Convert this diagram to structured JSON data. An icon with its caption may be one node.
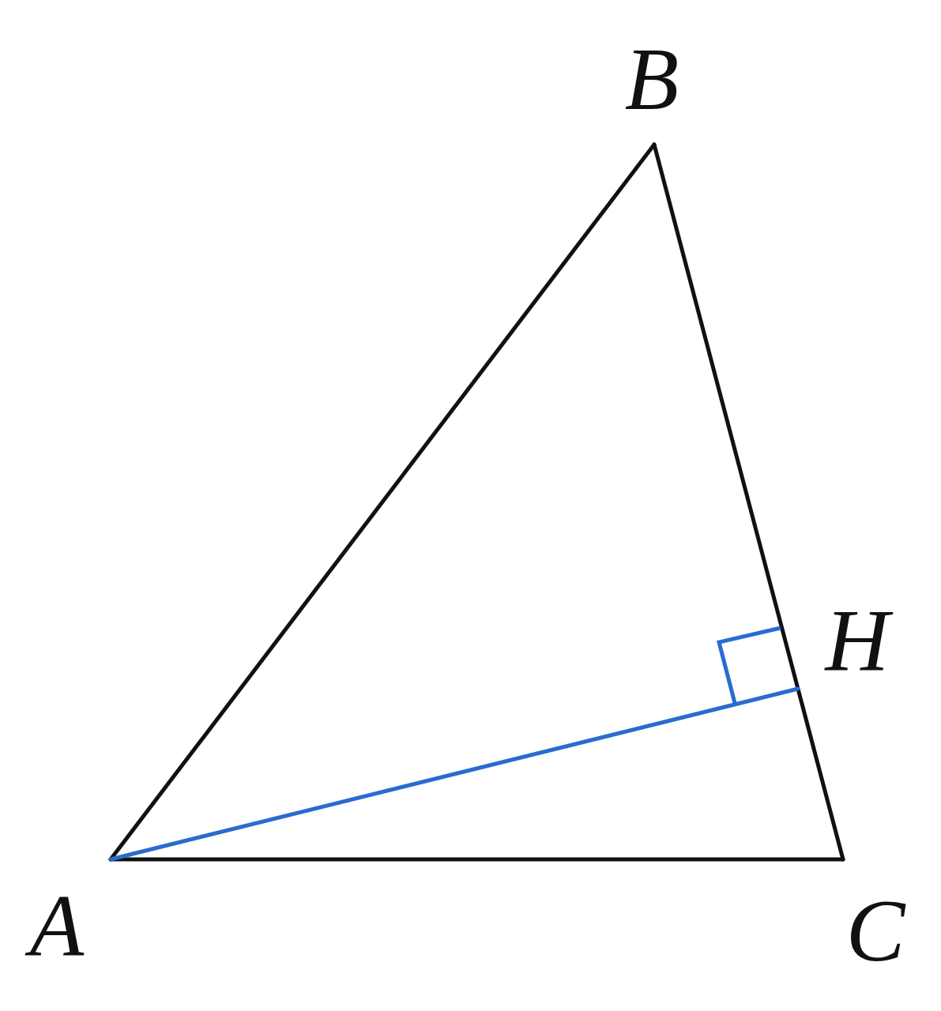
{
  "diagram": {
    "nodes": [
      {
        "text": [
          "B"
        ]
      },
      {
        "text": [
          "H"
        ]
      },
      {
        "text": [
          "A"
        ]
      },
      {
        "text": [
          "C"
        ]
      }
    ],
    "edges": [
      {
        "from": 2,
        "to": 0,
        "arrow": "none"
      },
      {
        "from": 0,
        "to": 3,
        "arrow": "none"
      },
      {
        "from": 2,
        "to": 3,
        "arrow": "none"
      },
      {
        "from": 2,
        "to": 1,
        "arrow": "none",
        "color": "#2a6bd1"
      }
    ]
  }
}
